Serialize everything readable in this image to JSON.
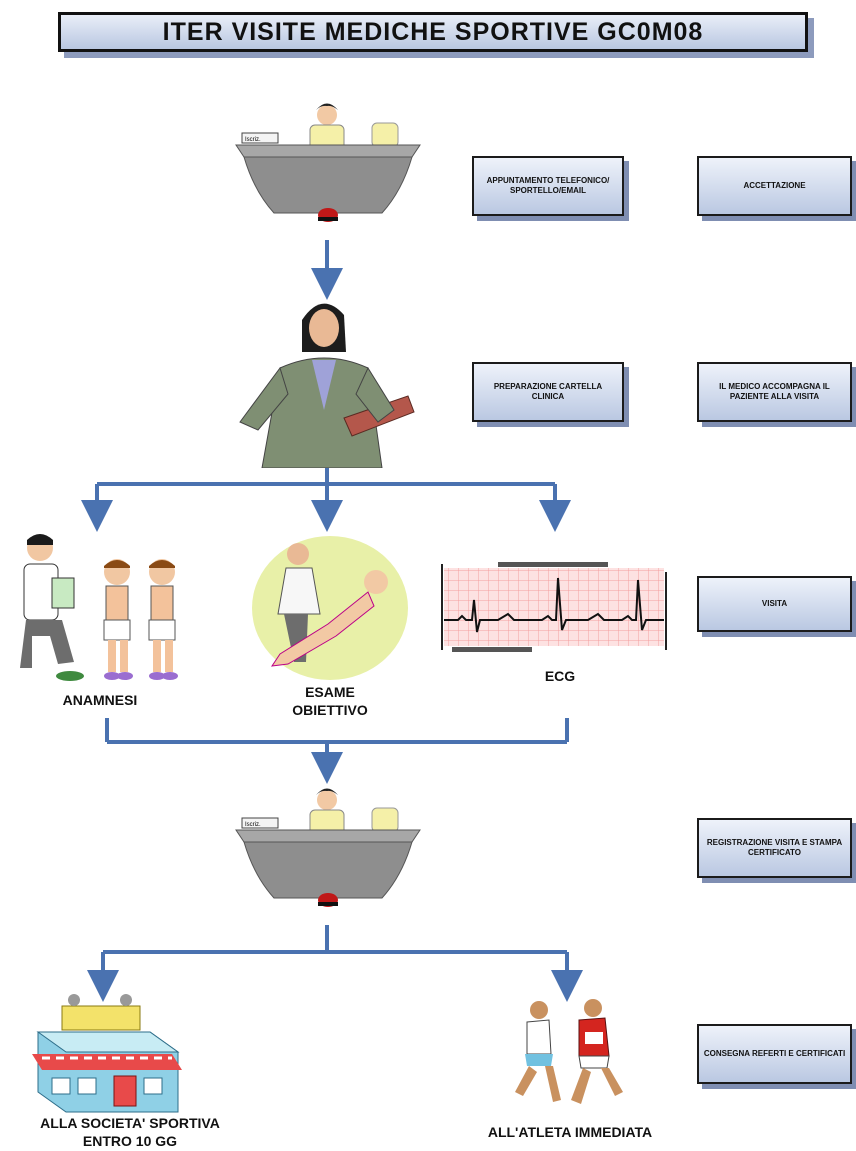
{
  "title": "ITER VISITE MEDICHE SPORTIVE GC0M08",
  "desk_sign": "Iscriz.",
  "steps": {
    "appuntamento": "APPUNTAMENTO TELEFONICO/ SPORTELLO/EMAIL",
    "accettazione": "ACCETTAZIONE",
    "preparazione": "PREPARAZIONE CARTELLA CLINICA",
    "accompagna": "IL MEDICO ACCOMPAGNA IL PAZIENTE ALLA VISITA",
    "visita": "VISITA",
    "registrazione": "REGISTRAZIONE VISITA E STAMPA CERTIFICATO",
    "consegna": "CONSEGNA REFERTI E CERTIFICATI"
  },
  "labels": {
    "anamnesi": "ANAMNESI",
    "esame_line1": "ESAME",
    "esame_line2": "OBIETTIVO",
    "ecg": "ECG",
    "societa_line1": "ALLA SOCIETA' SPORTIVA",
    "societa_line2": "ENTRO 10 GG",
    "atleta": "ALL'ATLETA IMMEDIATA"
  },
  "colors": {
    "connector": "#4a72b0",
    "box_shadow": "#7f8eb2",
    "ecg_grid": "#f3a0a0"
  },
  "icons": [
    "reception-desk-icon",
    "doctor-folder-icon",
    "anamnesis-doctor-icon",
    "physical-exam-icon",
    "ecg-trace-icon",
    "sports-club-building-icon",
    "runners-icon"
  ]
}
